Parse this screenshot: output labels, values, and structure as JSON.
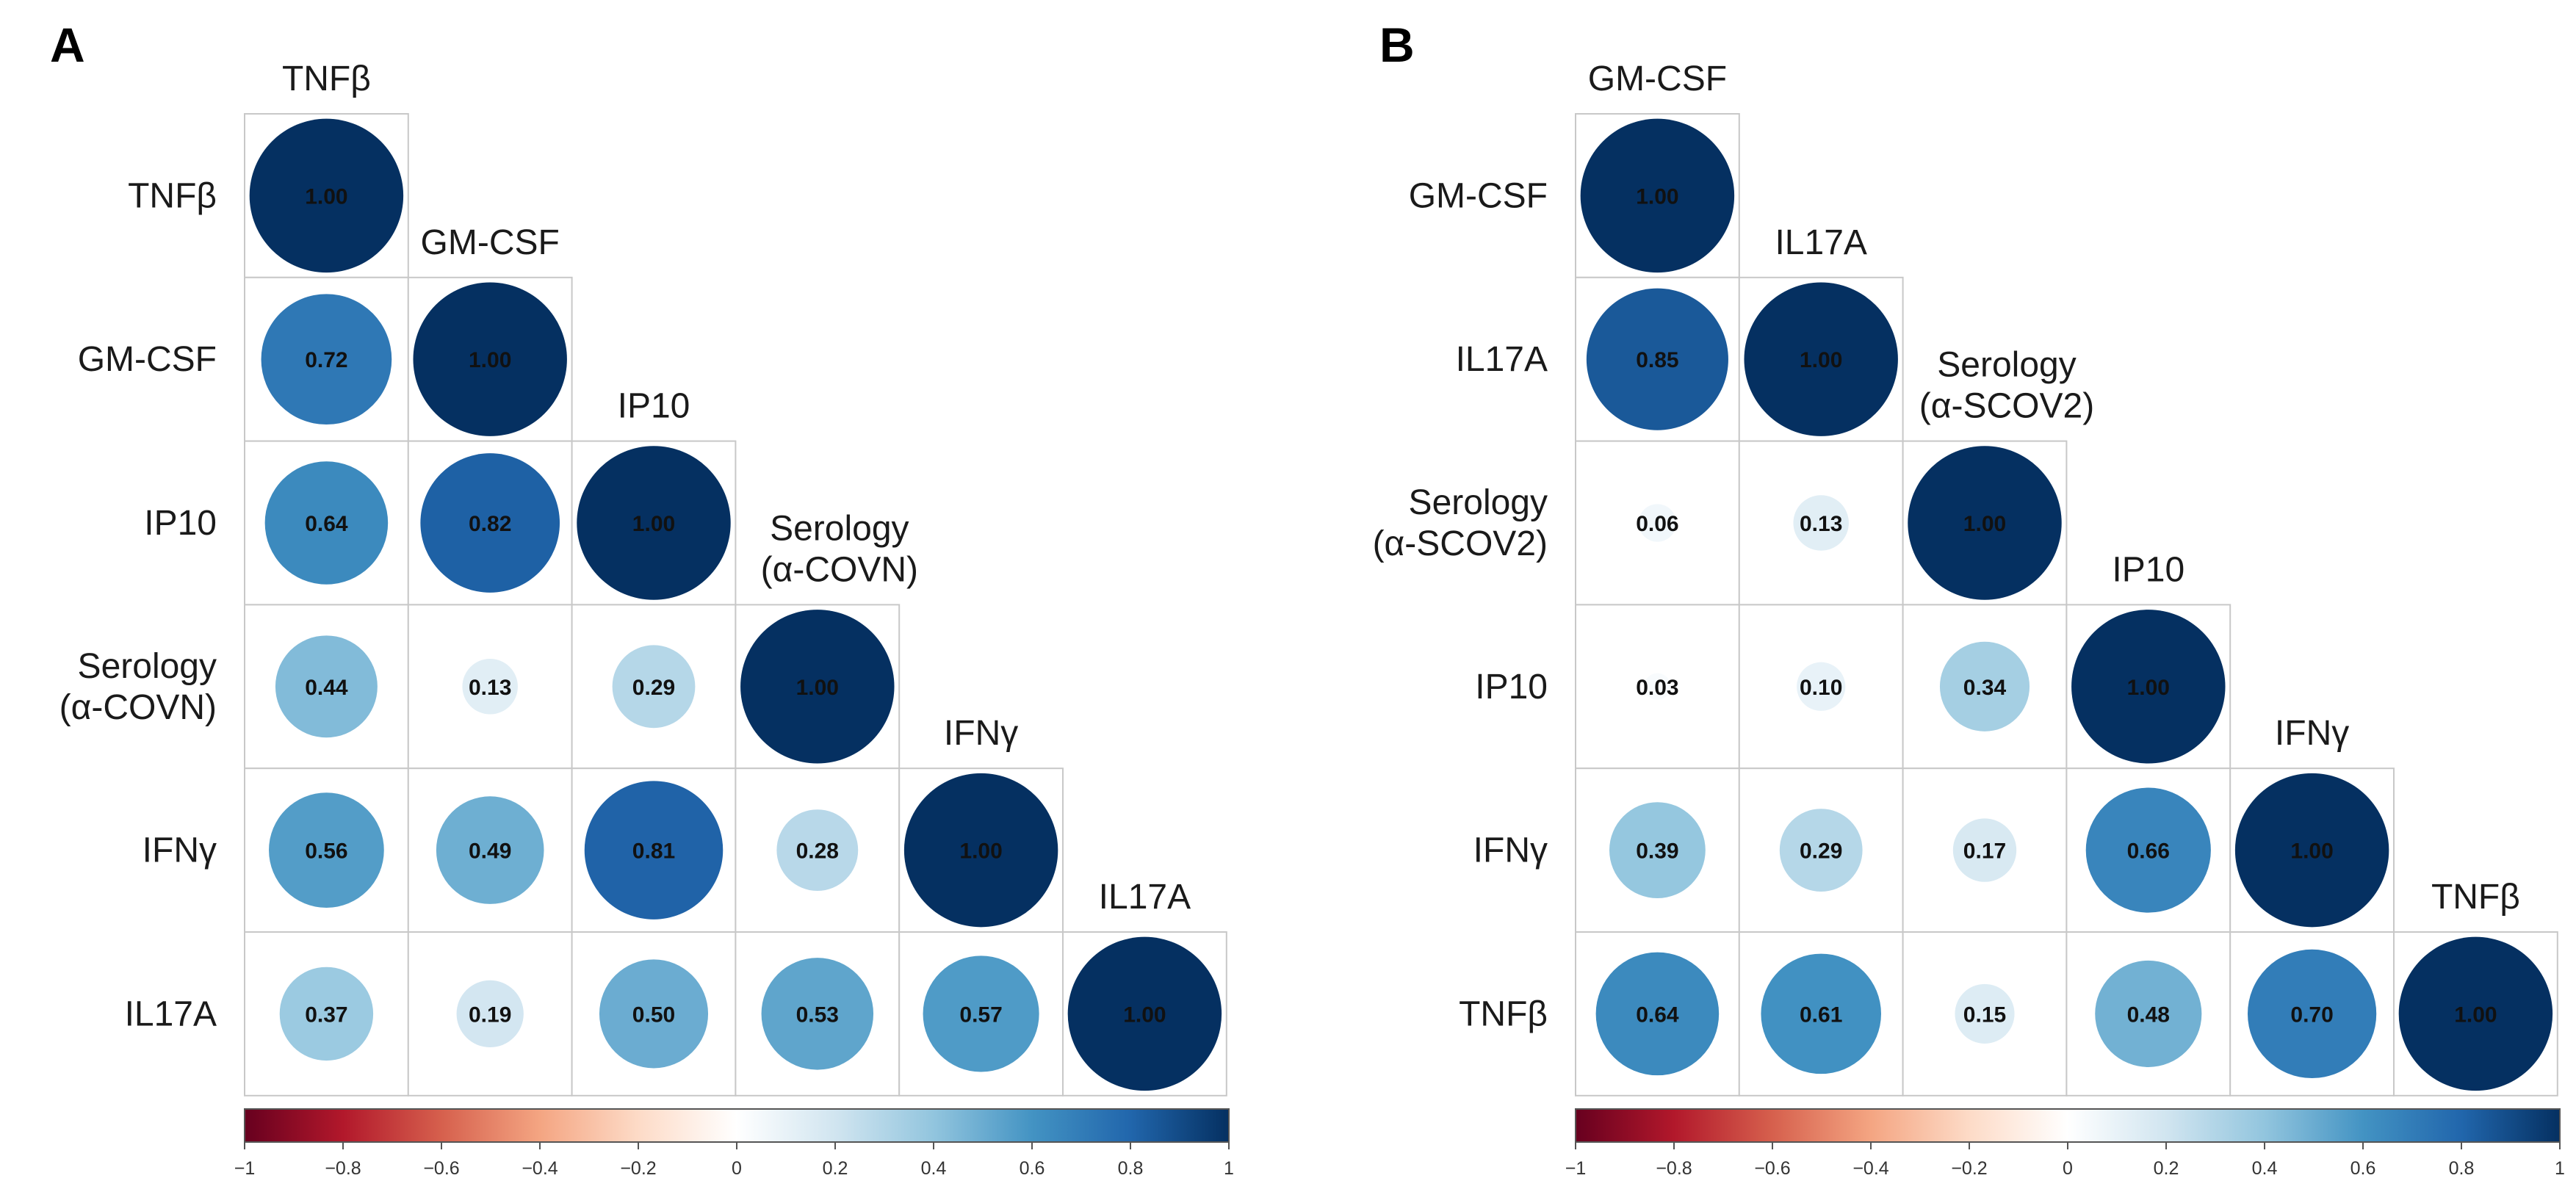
{
  "chart_data": [
    {
      "type": "heatmap",
      "panel": "A",
      "variables": [
        "TNFβ",
        "GM-CSF",
        "IP10",
        "Serology (α-COVN)",
        "IFNγ",
        "IL17A"
      ],
      "row_labels": [
        [
          "TNFβ"
        ],
        [
          "GM-CSF"
        ],
        [
          "IP10"
        ],
        [
          "Serology",
          "(α-COVN)"
        ],
        [
          "IFNγ"
        ],
        [
          "IL17A"
        ]
      ],
      "col_labels": [
        [
          "TNFβ"
        ],
        [
          "GM-CSF"
        ],
        [
          "IP10"
        ],
        [
          "Serology",
          "(α-COVN)"
        ],
        [
          "IFNγ"
        ],
        [
          "IL17A"
        ]
      ],
      "matrix": [
        [
          1.0
        ],
        [
          0.72,
          1.0
        ],
        [
          0.64,
          0.82,
          1.0
        ],
        [
          0.44,
          0.13,
          0.29,
          1.0
        ],
        [
          0.56,
          0.49,
          0.81,
          0.28,
          1.0
        ],
        [
          0.37,
          0.19,
          0.5,
          0.53,
          0.57,
          1.0
        ]
      ],
      "value_labels": [
        [
          "1.00"
        ],
        [
          "0.72",
          "1.00"
        ],
        [
          "0.64",
          "0.82",
          "1.00"
        ],
        [
          "0.44",
          "0.13",
          "0.29",
          "1.00"
        ],
        [
          "0.56",
          "0.49",
          "0.81",
          "0.28",
          "1.00"
        ],
        [
          "0.37",
          "0.19",
          "0.50",
          "0.53",
          "0.57",
          "1.00"
        ]
      ],
      "colorbar": {
        "range": [
          -1,
          1
        ],
        "ticks": [
          "−1",
          "−0.8",
          "−0.6",
          "−0.4",
          "−0.2",
          "0",
          "0.2",
          "0.4",
          "0.6",
          "0.8",
          "1"
        ]
      }
    },
    {
      "type": "heatmap",
      "panel": "B",
      "variables": [
        "GM-CSF",
        "IL17A",
        "Serology (α-SCOV2)",
        "IP10",
        "IFNγ",
        "TNFβ"
      ],
      "row_labels": [
        [
          "GM-CSF"
        ],
        [
          "IL17A"
        ],
        [
          "Serology",
          "(α-SCOV2)"
        ],
        [
          "IP10"
        ],
        [
          "IFNγ"
        ],
        [
          "TNFβ"
        ]
      ],
      "col_labels": [
        [
          "GM-CSF"
        ],
        [
          "IL17A"
        ],
        [
          "Serology",
          "(α-SCOV2)"
        ],
        [
          "IP10"
        ],
        [
          "IFNγ"
        ],
        [
          "TNFβ"
        ]
      ],
      "matrix": [
        [
          1.0
        ],
        [
          0.85,
          1.0
        ],
        [
          0.06,
          0.13,
          1.0
        ],
        [
          0.03,
          0.1,
          0.34,
          1.0
        ],
        [
          0.39,
          0.29,
          0.17,
          0.66,
          1.0
        ],
        [
          0.64,
          0.61,
          0.15,
          0.48,
          0.7,
          1.0
        ]
      ],
      "value_labels": [
        [
          "1.00"
        ],
        [
          "0.85",
          "1.00"
        ],
        [
          "0.06",
          "0.13",
          "1.00"
        ],
        [
          "0.03",
          "0.10",
          "0.34",
          "1.00"
        ],
        [
          "0.39",
          "0.29",
          "0.17",
          "0.66",
          "1.00"
        ],
        [
          "0.64",
          "0.61",
          "0.15",
          "0.48",
          "0.70",
          "1.00"
        ]
      ],
      "colorbar": {
        "range": [
          -1,
          1
        ],
        "ticks": [
          "−1",
          "−0.8",
          "−0.6",
          "−0.4",
          "−0.2",
          "0",
          "0.2",
          "0.4",
          "0.6",
          "0.8",
          "1"
        ]
      }
    }
  ],
  "colors": {
    "scale": [
      "#67001f",
      "#b2182b",
      "#d6604d",
      "#f4a582",
      "#fddbc7",
      "#ffffff",
      "#d1e5f0",
      "#92c5de",
      "#4393c3",
      "#2166ac",
      "#053061"
    ]
  }
}
